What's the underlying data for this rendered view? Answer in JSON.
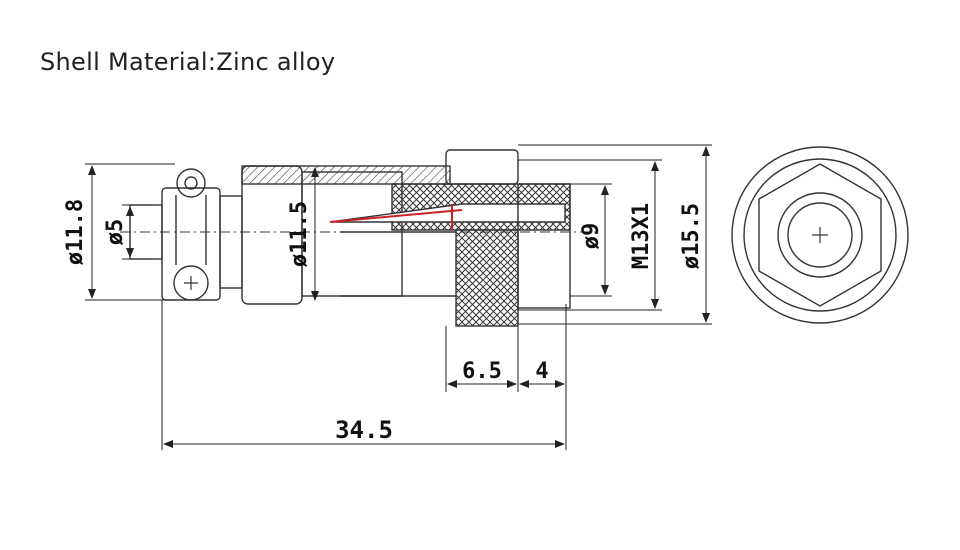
{
  "title": "Shell  Material:Zinc alloy",
  "dimensions": {
    "d_11_8": "ø11.8",
    "d_5": "ø5",
    "d_11_5": "ø11.5",
    "d_9": "ø9",
    "m13": "M13X1",
    "d_15_5": "ø15.5",
    "len_6_5": "6.5",
    "len_4": "4",
    "len_34_5": "34.5"
  },
  "colors": {
    "line": "#333333",
    "accent": "#cc2222"
  }
}
